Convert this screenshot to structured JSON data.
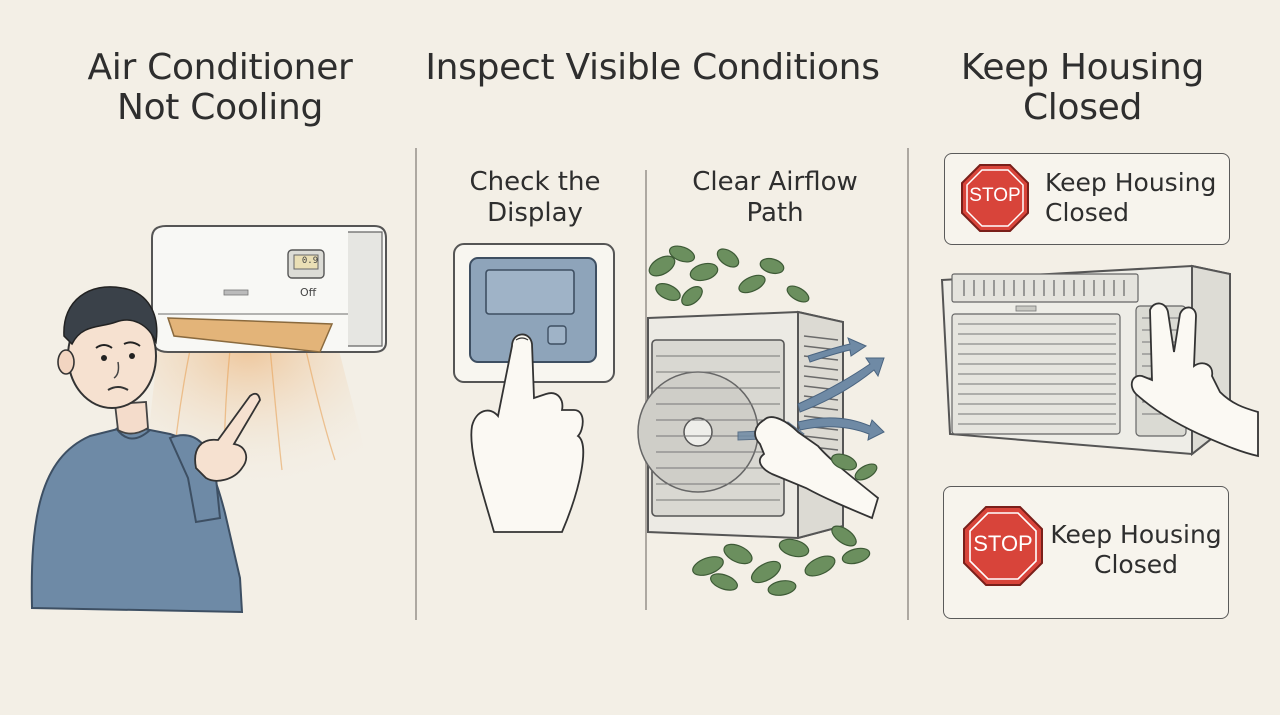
{
  "panels": {
    "left": {
      "title": "Air Conditioner\nNot Cooling",
      "unit_display": "0.9",
      "unit_status": "Off"
    },
    "middle": {
      "title": "Inspect Visible Conditions",
      "step1": "Check the\nDisplay",
      "step2": "Clear Airflow\nPath"
    },
    "right": {
      "title": "Keep Housing\nClosed",
      "card_top": {
        "sign": "STOP",
        "label": "Keep Housing\nClosed"
      },
      "card_bottom": {
        "sign": "STOP",
        "label": "Keep Housing\nClosed"
      }
    }
  },
  "colors": {
    "background": "#f3efe6",
    "shirt": "#6e8aa6",
    "stop_red": "#d8443a",
    "cold_air": "#e8a35a",
    "airflow_arrow": "#6f8aa5",
    "foliage": "#6b8f5e"
  }
}
